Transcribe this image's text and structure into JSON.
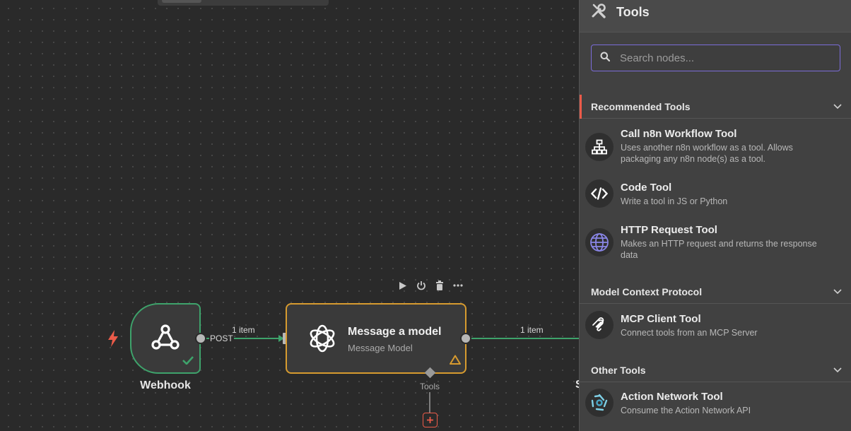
{
  "canvas": {
    "trigger_node": {
      "label": "Webhook",
      "output_label": "POST"
    },
    "edge1_label": "1 item",
    "model_node": {
      "title": "Message a model",
      "subtitle": "Message Model",
      "tools_label": "Tools"
    },
    "edge2_label": "1 item",
    "clipped_node_letter": "S"
  },
  "panel": {
    "title": "Tools",
    "search": {
      "placeholder": "Search nodes...",
      "value": ""
    },
    "sections": [
      {
        "title": "Recommended Tools",
        "items": [
          {
            "name": "Call n8n Workflow Tool",
            "desc": "Uses another n8n workflow as a tool. Allows packaging any n8n node(s) as a tool.",
            "icon": "sitemap-icon"
          },
          {
            "name": "Code Tool",
            "desc": "Write a tool in JS or Python",
            "icon": "code-icon"
          },
          {
            "name": "HTTP Request Tool",
            "desc": "Makes an HTTP request and returns the response data",
            "icon": "globe-icon"
          }
        ]
      },
      {
        "title": "Model Context Protocol",
        "items": [
          {
            "name": "MCP Client Tool",
            "desc": "Connect tools from an MCP Server",
            "icon": "mcp-icon"
          }
        ]
      },
      {
        "title": "Other Tools",
        "items": [
          {
            "name": "Action Network Tool",
            "desc": "Consume the Action Network API",
            "icon": "action-network-icon"
          }
        ]
      }
    ]
  },
  "colors": {
    "success": "#3ea36b",
    "warning": "#d79b2f",
    "accent": "#ec5b49",
    "focus": "#7b6cd9"
  }
}
